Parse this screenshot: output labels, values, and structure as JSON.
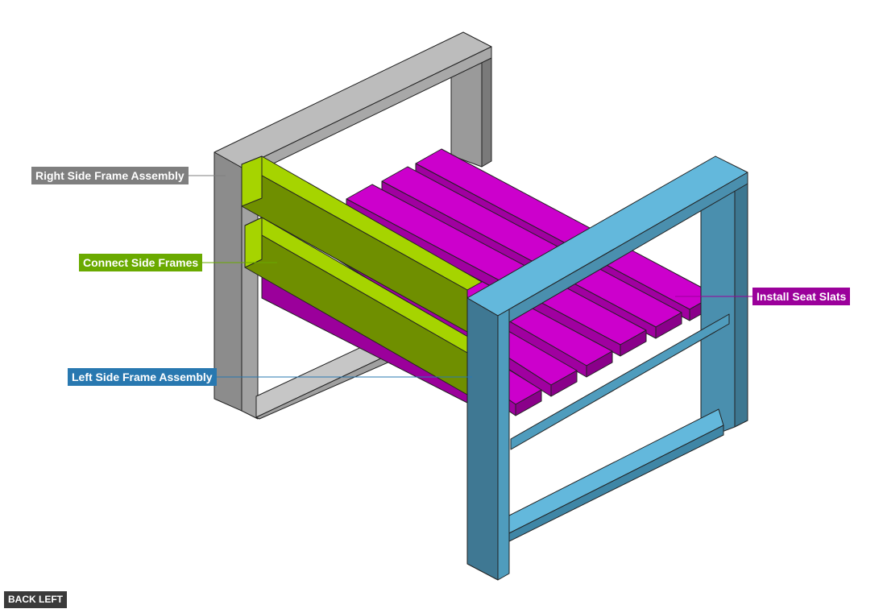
{
  "callouts": {
    "right_frame": {
      "label": "Right Side Frame Assembly",
      "color": "#7f7f7f"
    },
    "connect": {
      "label": "Connect Side Frames",
      "color": "#6aaa00"
    },
    "left_frame": {
      "label": "Left Side Frame Assembly",
      "color": "#2878b0"
    },
    "seat_slats": {
      "label": "Install Seat Slats",
      "color": "#9b009b"
    }
  },
  "view_label": "BACK LEFT",
  "colors": {
    "gray_frame": "#b8b8b8",
    "blue_frame": "#4f9cbd",
    "green_rail": "#9ccc00",
    "magenta_slat": "#cc00cc"
  }
}
